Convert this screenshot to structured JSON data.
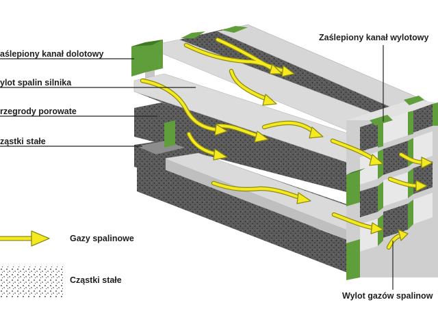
{
  "labels": {
    "inlet_plug": "aślepiony kanał dolotowy",
    "engine_exhaust_inlet": "ylot spalin silnika",
    "porous_walls": "rzegrody porowate",
    "solid_particles": "ząstki stałe",
    "outlet_plug": "Zaślepiony kanał wylotowy",
    "gas_outlet": "Wylot gazów spalinow"
  },
  "legend": {
    "exhaust_gases": "Gazy spalinowe",
    "particles": "Cząstki stałe"
  },
  "colors": {
    "plug_green": "#5f9e3a",
    "plug_green_dark": "#3e7a22",
    "wall_light": "#d4d4d4",
    "wall_shadow": "#b4b4b4",
    "porous_dark": "#5c5c5c",
    "arrow_yellow": "#f5ea1f",
    "arrow_outline": "#8e8a12"
  }
}
